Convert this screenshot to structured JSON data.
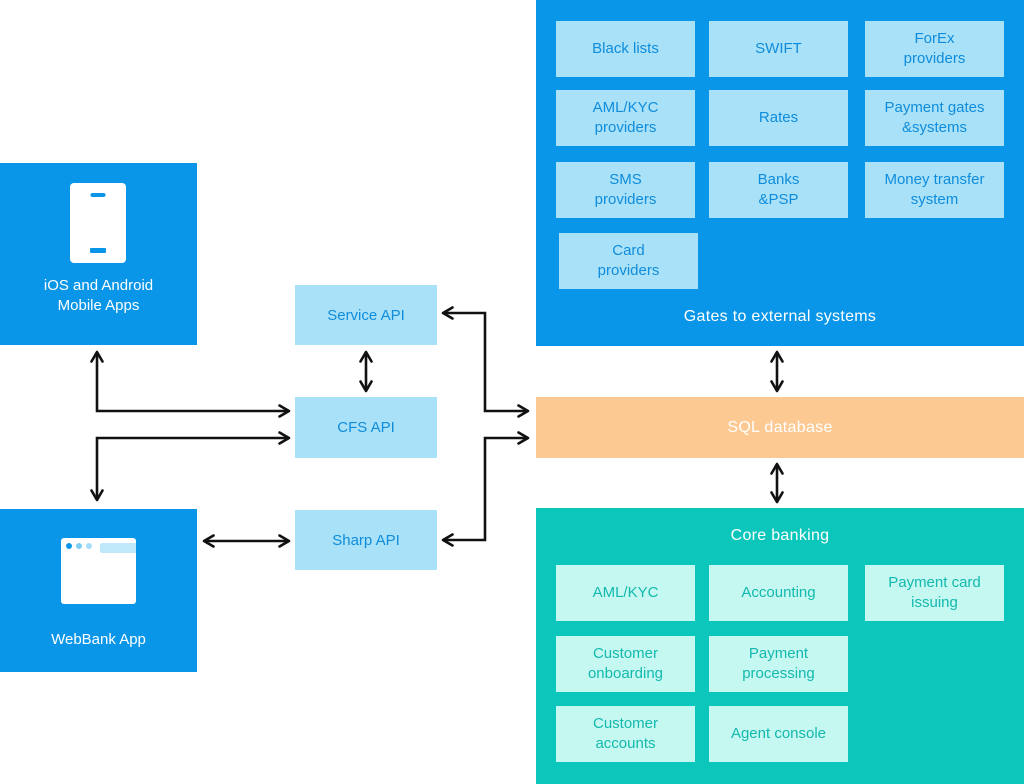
{
  "colors": {
    "blue": "#0996e8",
    "light_blue": "#a9e2f8",
    "blue_text": "#0f8cdb",
    "orange": "#fcc993",
    "teal": "#0bc6bb",
    "light_teal": "#c5f8f0",
    "teal_text": "#12b9ae",
    "arrow": "#111111",
    "white": "#ffffff"
  },
  "clients": {
    "mobile": {
      "label": "iOS and Android\nMobile Apps",
      "icon": "smartphone-icon"
    },
    "webbank": {
      "label": "WebBank App",
      "icon": "browser-window-icon"
    }
  },
  "apis": {
    "service": {
      "label": "Service API"
    },
    "cfs": {
      "label": "CFS API"
    },
    "sharp": {
      "label": "Sharp API"
    }
  },
  "gates": {
    "title": "Gates to external systems",
    "items": [
      "Black lists",
      "SWIFT",
      "ForEx\nproviders",
      "AML/KYC\nproviders",
      "Rates",
      "Payment gates\n&systems",
      "SMS\nproviders",
      "Banks\n&PSP",
      "Money transfer\nsystem",
      "Card\nproviders"
    ]
  },
  "sql": {
    "label": "SQL database"
  },
  "core": {
    "title": "Core banking",
    "items": [
      "AML/KYC",
      "Accounting",
      "Payment card\nissuing",
      "Customer\nonboarding",
      "Payment\nprocessing",
      "Customer\naccounts",
      "Agent console"
    ]
  }
}
